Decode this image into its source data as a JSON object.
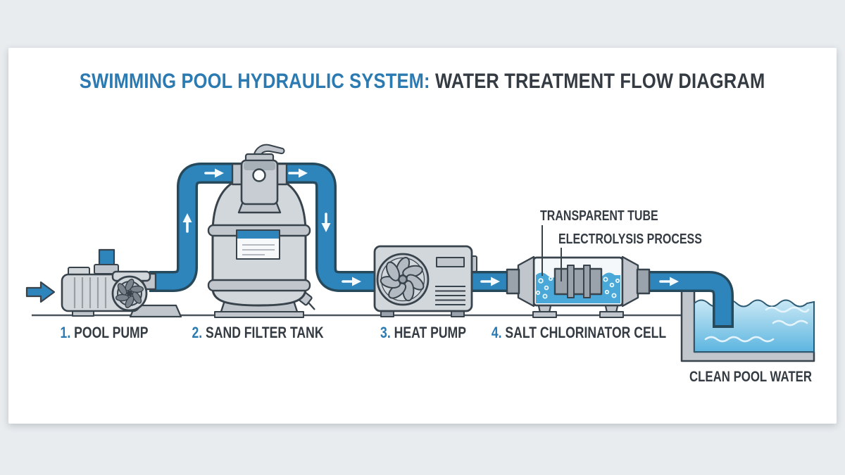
{
  "title": {
    "highlight": "SWIMMING POOL HYDRAULIC SYSTEM:",
    "rest": " WATER TREATMENT FLOW DIAGRAM"
  },
  "components": [
    {
      "number": "1.",
      "label": "POOL PUMP"
    },
    {
      "number": "2.",
      "label": "SAND FILTER TANK"
    },
    {
      "number": "3.",
      "label": "HEAT PUMP"
    },
    {
      "number": "4.",
      "label": "SALT CHLORINATOR CELL"
    }
  ],
  "annotations": {
    "transparent_tube": "TRANSPARENT TUBE",
    "electrolysis_process": "ELECTROLYSIS PROCESS"
  },
  "pool_label": "CLEAN POOL WATER",
  "colors": {
    "background": "#e8ecef",
    "card": "#ffffff",
    "title_blue": "#2b7ab1",
    "label_dark": "#343b42",
    "pipe_blue": "#2e85bc",
    "pipe_outline": "#27495c",
    "outline_dark": "#39434c",
    "equipment_light": "#d2d7db",
    "equipment_mid": "#c0c6cc",
    "equipment_dark": "#9aa3ab",
    "tube_water": "#49a8d8",
    "pool_water_light": "#c9e8f5",
    "pool_water_deep": "#5cb5e0",
    "ground": "#4a545c"
  }
}
